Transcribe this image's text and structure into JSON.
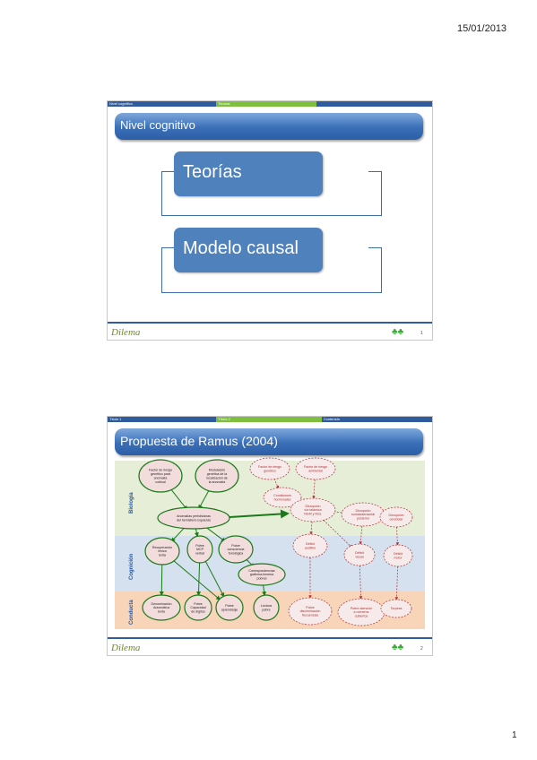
{
  "header": {
    "date": "15/01/2013"
  },
  "footer": {
    "page_number": "1"
  },
  "slide1": {
    "topbar": [
      "Nivel cognitivo",
      "Teorías",
      ""
    ],
    "title": "Nivel cognitivo",
    "items": [
      "Teorías",
      "Modelo causal"
    ],
    "logo": "Dilema",
    "number": "1"
  },
  "slide2": {
    "topbar": [
      "Título 1",
      "Título 2",
      "Contenido"
    ],
    "title": "Propuesta de Ramus (2004)",
    "levels": [
      "Biología",
      "Cognición",
      "Conducta"
    ],
    "left_nodes": {
      "n1": [
        "Factor de riesgo",
        "genético para",
        "anomalía",
        "cortical"
      ],
      "n2": [
        "Modulación",
        "genética de la",
        "localización de",
        "la anomalía"
      ],
      "n3": [
        "Anomalías perisilvianas",
        "del hemisferio izquierdo"
      ],
      "n4": [
        "Recuperación",
        "léxica",
        "lenta"
      ],
      "n5": [
        "Pobre",
        "MCP",
        "verbal"
      ],
      "n6": [
        "Pobre",
        "consciencia",
        "fonológica"
      ],
      "n7": [
        "Correspondencias",
        "grafema-fonema",
        "pobres"
      ],
      "n8": [
        "Denominación",
        "Automática",
        "lenta"
      ],
      "n9": [
        "Pobre",
        "Capacidad",
        "de dígitos"
      ],
      "n10": [
        "Pobre",
        "aprendizaje"
      ],
      "n11": [
        "Lectura",
        "pobre"
      ]
    },
    "right_nodes": {
      "r1": [
        "Factor de riesgo",
        "genético"
      ],
      "r2": [
        "Factor de riesgo",
        "ambiental"
      ],
      "r3": [
        "Condiciones",
        "hormonales"
      ],
      "r4": [
        "Disrupción",
        "vía talámica",
        "NGM y NGL"
      ],
      "r5": [
        "Disrupción",
        "somatosensorial",
        "posterior"
      ],
      "r6": [
        "Disrupción",
        "cerebelar"
      ],
      "r7": [
        "Déficit",
        "auditivo"
      ],
      "r8": [
        "Déficit",
        "visual"
      ],
      "r9": [
        "Déficit",
        "motor"
      ],
      "r10": [
        "Pobre",
        "discriminación",
        "frecuencias"
      ],
      "r11": [
        "Pobre atención",
        "a números",
        "cubiertos"
      ],
      "r12": [
        "Torpeza"
      ]
    },
    "logo": "Dilema",
    "number": "2"
  }
}
